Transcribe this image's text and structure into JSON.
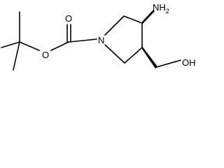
{
  "molecule": {
    "atoms": {
      "nitrogen": "N",
      "carbonyl_oxygen": "O",
      "ester_oxygen": "O",
      "amine": {
        "symbol": "NH",
        "subscript": "2"
      },
      "hydroxyl": "OH"
    },
    "colors": {
      "bond": "#000000",
      "label": "#000000",
      "background": "#ffffff"
    }
  }
}
